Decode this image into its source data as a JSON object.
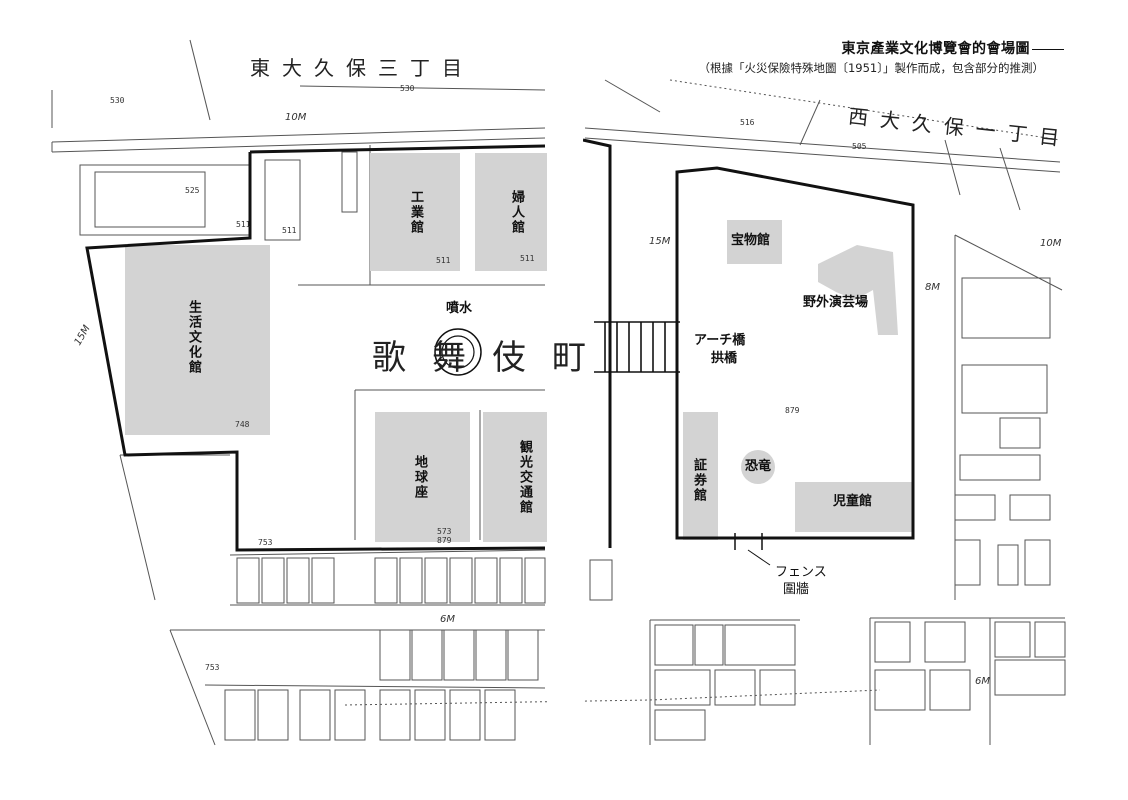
{
  "caption": {
    "title": "東京產業文化博覽會的會場圖",
    "subtitle": "（根據「火災保險特殊地圖〔1951〕」製作而成，包含部分的推測）"
  },
  "streets": {
    "okubo3": "東大久保三丁目",
    "nishiokubo1": "西大久保一丁目",
    "kabukicho": "歌舞伎町"
  },
  "pavilions": {
    "kogyo": "工業館",
    "fujin": "婦人館",
    "seikatsu": "生活文化館",
    "funsui": "噴水",
    "chikyu": "地球座",
    "kanko": "観光交通館",
    "homotsu": "宝物館",
    "yagai": "野外演芸場",
    "shoken": "証券館",
    "kyoryu": "恐竜",
    "jido": "児童館"
  },
  "features": {
    "arch_jp": "アーチ橋",
    "arch_zh": "拱橋",
    "fence_jp": "フェンス",
    "fence_zh": "圍牆"
  },
  "lot_numbers": {
    "n530a": "530",
    "n530b": "530",
    "n525": "525",
    "n511a": "511",
    "n511b": "511",
    "n511c": "511",
    "n511d": "511",
    "n748": "748",
    "n573": "573",
    "n879a": "879",
    "n879b": "879",
    "n753": "753",
    "n753b": "753",
    "n505": "505",
    "n516": "516"
  },
  "widths": {
    "w10a": "10M",
    "w10b": "10M",
    "w15a": "15M",
    "w15b": "15M",
    "w8": "8M",
    "w6": "6M",
    "w6b": "6M"
  }
}
